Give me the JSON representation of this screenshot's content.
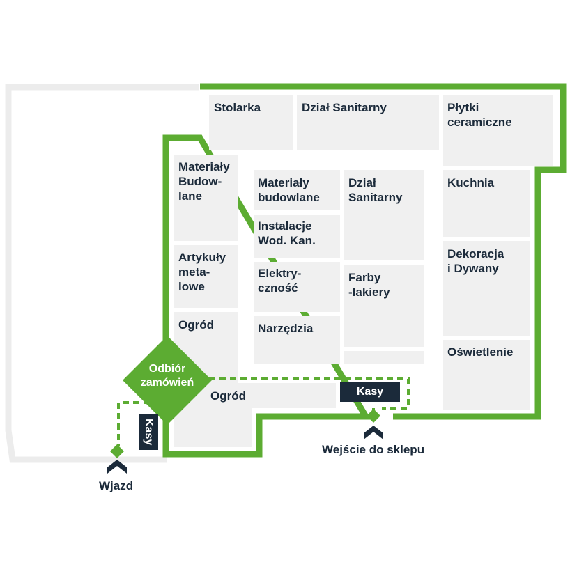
{
  "departments": {
    "stolarka": "Stolarka",
    "dzial_sanitarny_top": "Dział Sanitarny",
    "plytki": "Płytki\nceramiczne",
    "materialy_budowlane_left": "Materiały\nBudow-\nlane",
    "materialy_budowlane_mid": "Materiały\nbudowlane",
    "dzial_sanitarny_mid": "Dział\nSanitarny",
    "kuchnia": "Kuchnia",
    "instalacje": "Instalacje\nWod. Kan.",
    "artykuly": "Artykuły\nmeta-\nlowe",
    "elektrycznosc": "Elektry-\nczność",
    "farby": "Farby\n-lakiery",
    "dekoracja": "Dekoracja\ni Dywany",
    "ogrod_left": "Ogród",
    "narzedzia": "Narzędzia",
    "oswietlenie": "Oświetlenie",
    "ogrod_bottom": "Ogród"
  },
  "pickup": {
    "label": "Odbiór\nzamówień"
  },
  "checkouts": {
    "main": "Kasy",
    "side": "Kasy"
  },
  "entrances": {
    "store": "Wejście do sklepu",
    "drive": "Wjazd"
  },
  "icons": {
    "entrance_arrow": "chevron-up-icon",
    "entry_point": "diamond-icon"
  },
  "colors": {
    "store_outline": "#5cac32",
    "department_fill": "#f0f0f0",
    "parking_outline": "#ececec",
    "label_text": "#1b2a3a",
    "badge_fill": "#1b2a3a"
  }
}
